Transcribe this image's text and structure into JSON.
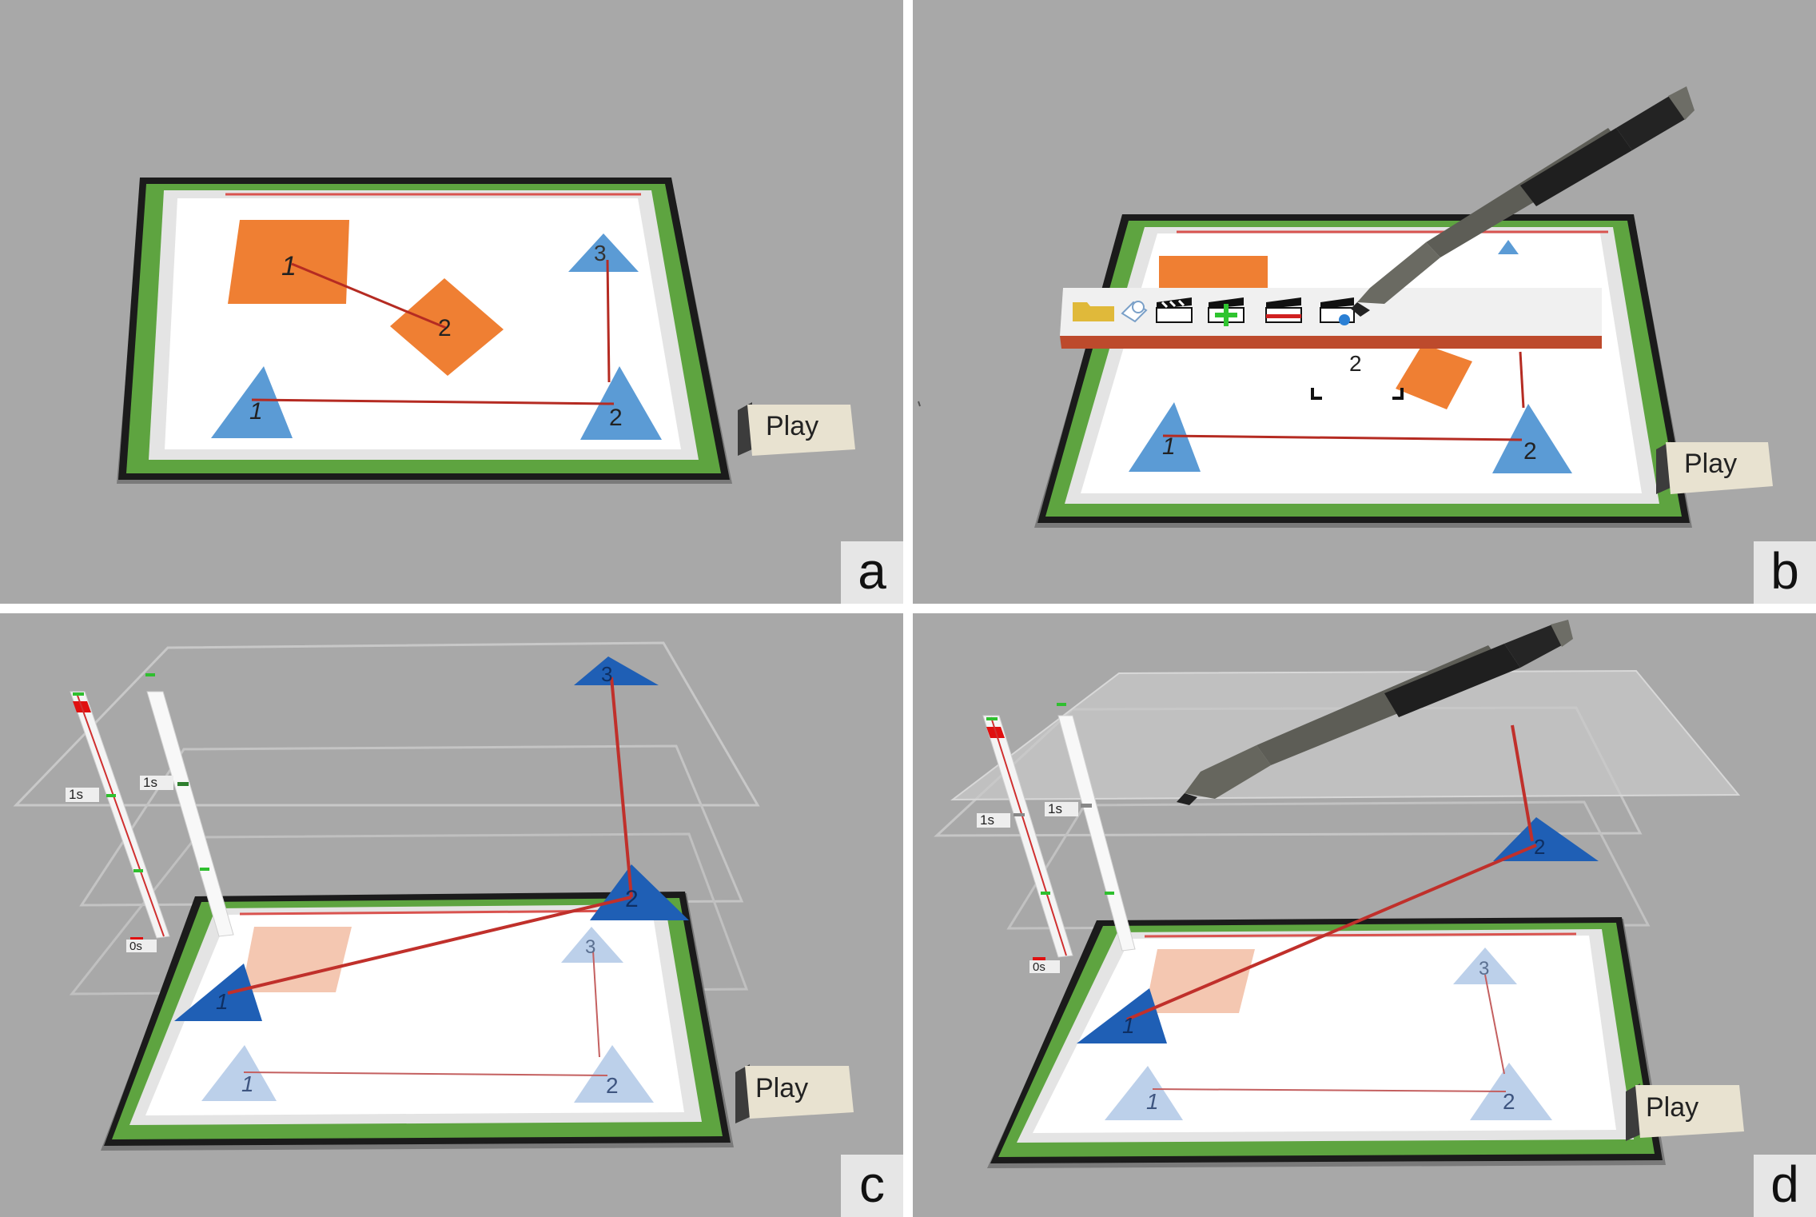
{
  "panels": [
    {
      "label": "a",
      "play": "Play"
    },
    {
      "label": "b",
      "play": "Play"
    },
    {
      "label": "c",
      "play": "Play"
    },
    {
      "label": "d",
      "play": "Play"
    }
  ],
  "marks": {
    "one": "1",
    "two": "2",
    "three": "3"
  },
  "timeline": {
    "one_second": "1s",
    "zero_second": "0s"
  },
  "colors": {
    "background": "#a8a8a8",
    "tablet_border": "#5ea440",
    "square": "#ef7f33",
    "triangle": "#5b9bd5",
    "triangle_dark": "#1f5fb5",
    "path": "#c0302b",
    "menu_bar": "#bd4a2c"
  },
  "toolbar_icons": [
    "folder-icon",
    "shapes-icon",
    "clapper-icon",
    "clapper-add-icon",
    "clapper-red-icon",
    "camera-icon"
  ]
}
